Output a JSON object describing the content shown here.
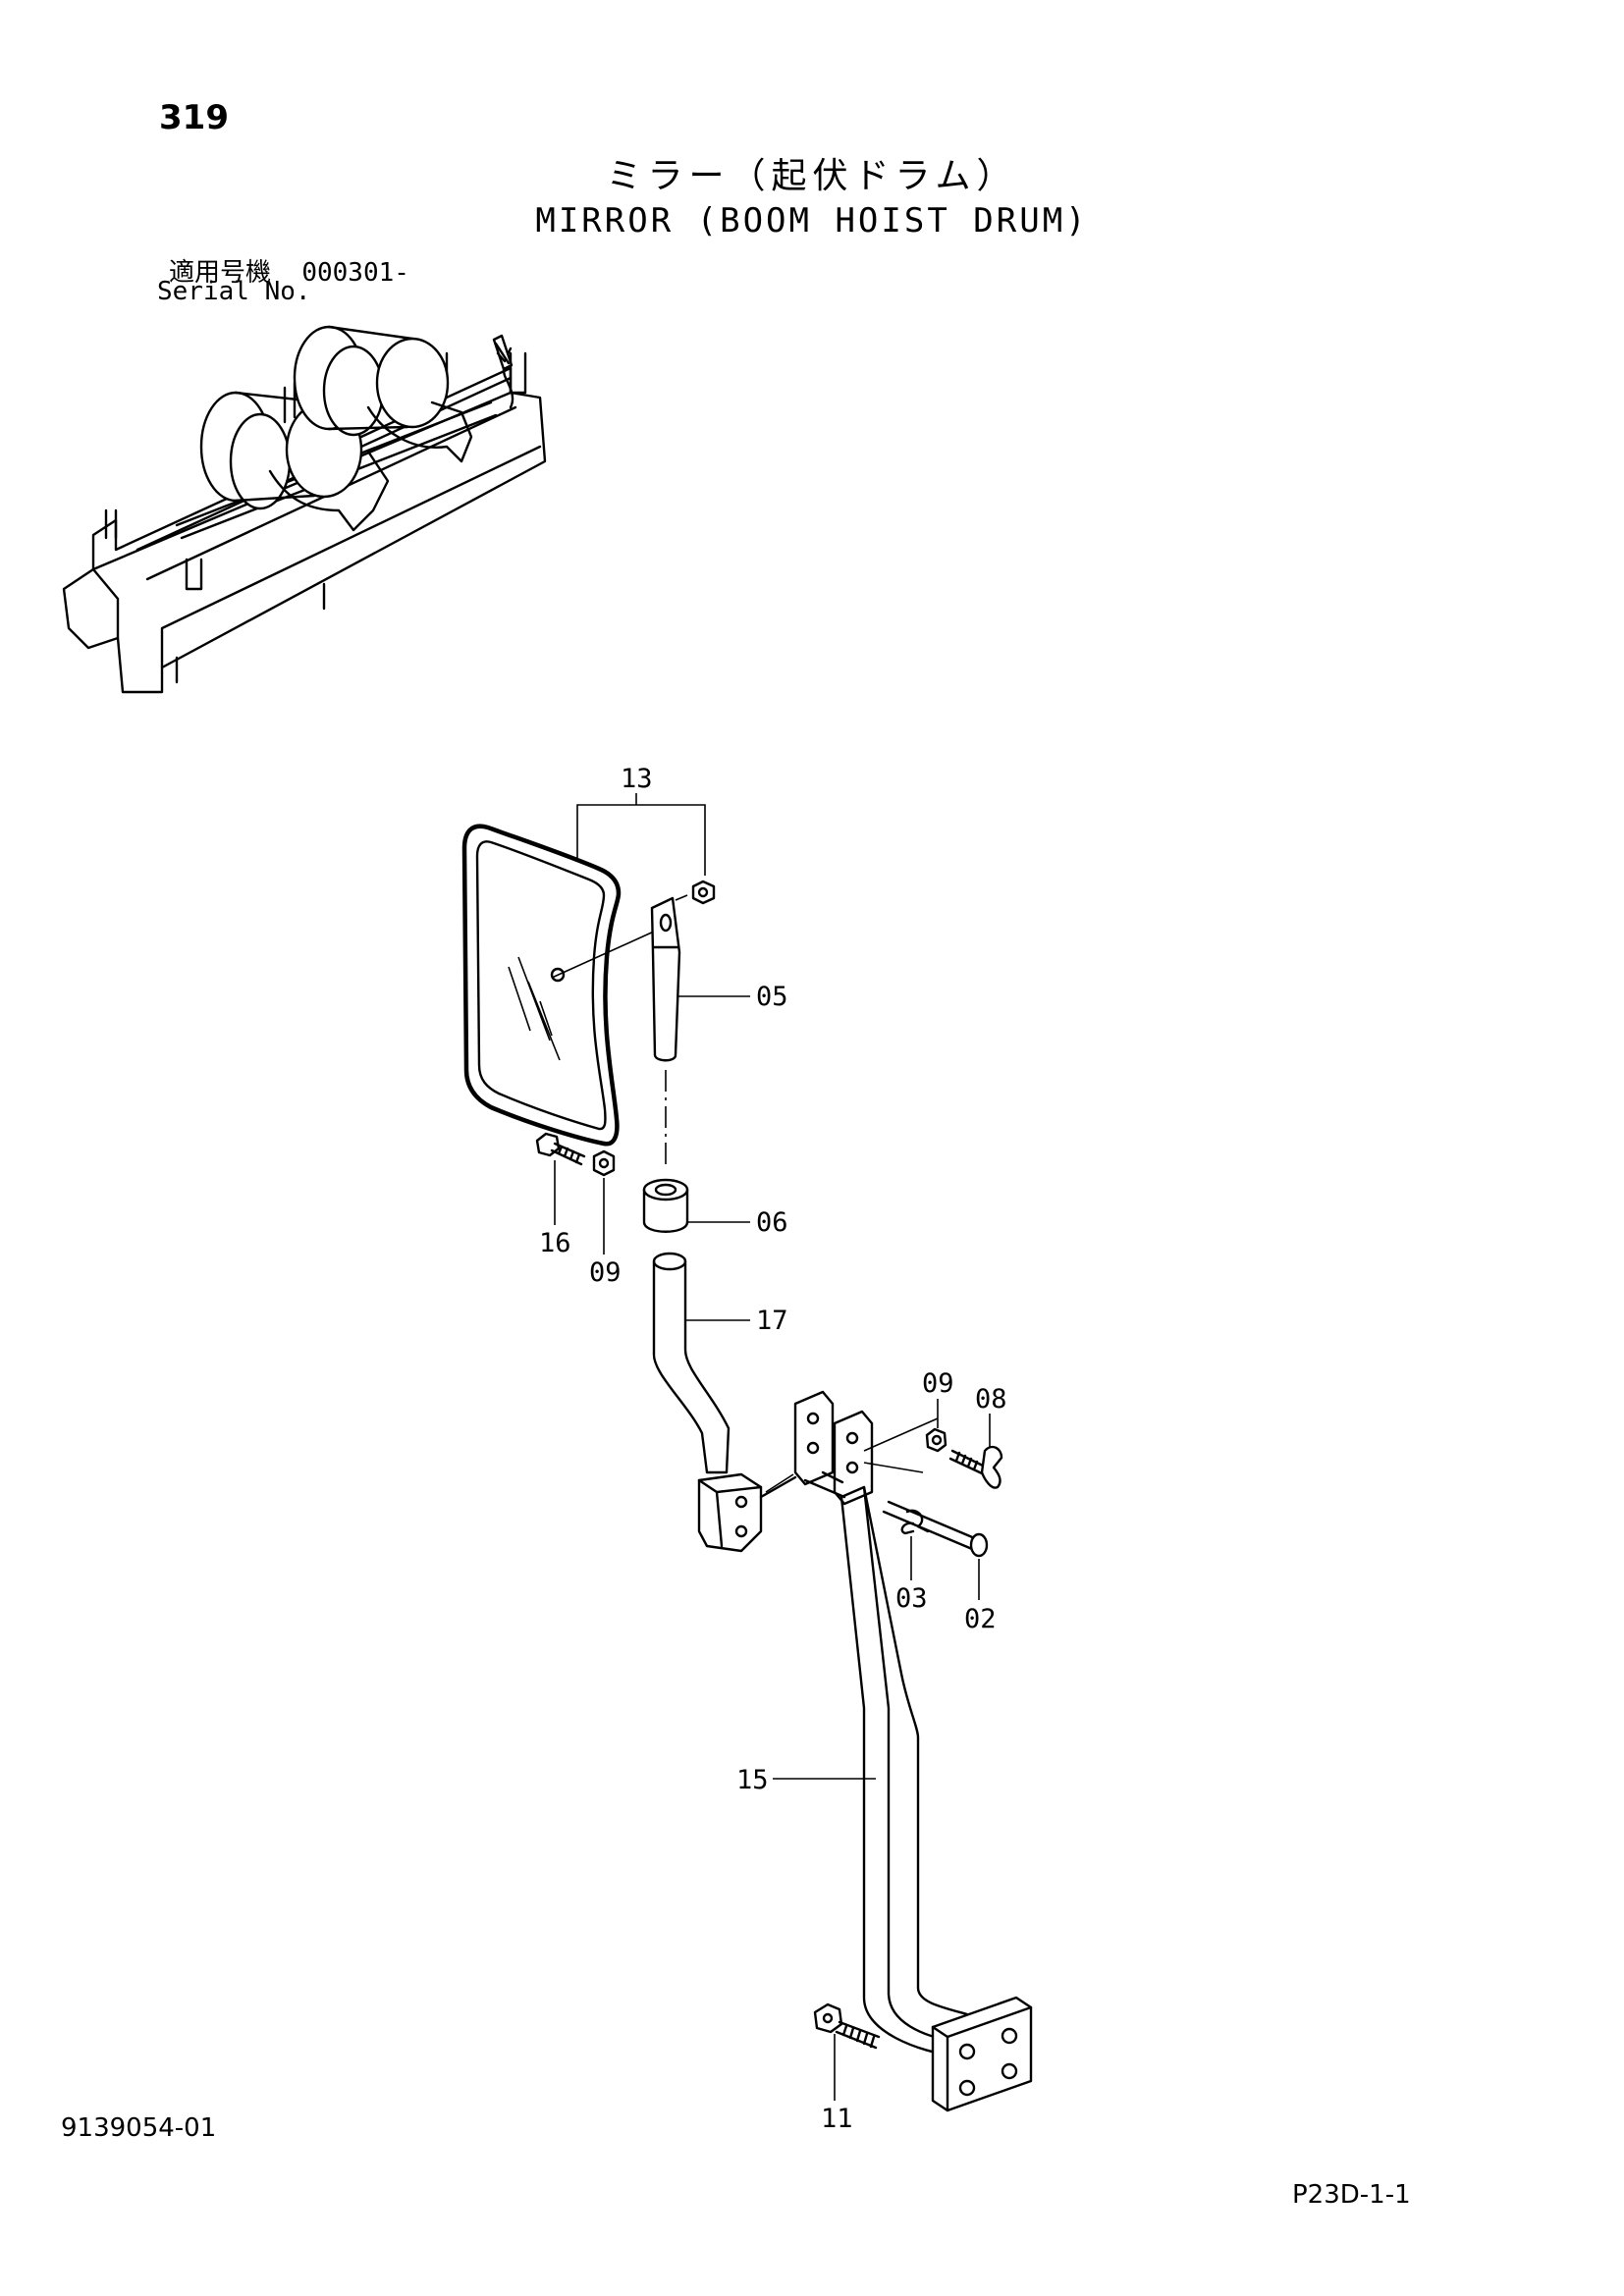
{
  "header": {
    "page_number": "319",
    "title_jp": "ミラー（起伏ドラム）",
    "title_en": "MIRROR (BOOM HOIST DRUM)"
  },
  "serial": {
    "label_jp": "適用号機",
    "range": "000301-",
    "label_en": "Serial No."
  },
  "callouts": [
    "13",
    "05",
    "16",
    "09",
    "06",
    "17",
    "09",
    "08",
    "03",
    "02",
    "15",
    "11"
  ],
  "footer": {
    "doc_number": "9139054-01",
    "page_code": "P23D-1-1"
  }
}
